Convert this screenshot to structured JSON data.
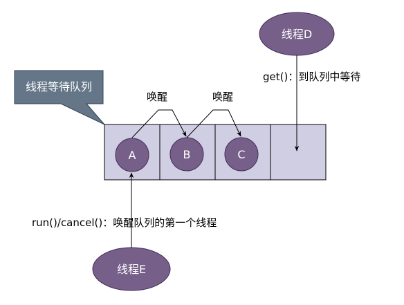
{
  "queue": {
    "callout_label": "线程等待队列",
    "nodes": [
      "A",
      "B",
      "C"
    ]
  },
  "threads": {
    "top": "线程D",
    "bottom": "线程E"
  },
  "labels": {
    "wake_1": "唤醒",
    "wake_2": "唤醒",
    "get": "get()：到队列中等待",
    "run_cancel": "run()/cancel()：唤醒队列的第一个线程"
  },
  "colors": {
    "cell_fill": "#d0cee2",
    "node_fill": "#76608a",
    "callout_fill": "#647687"
  }
}
